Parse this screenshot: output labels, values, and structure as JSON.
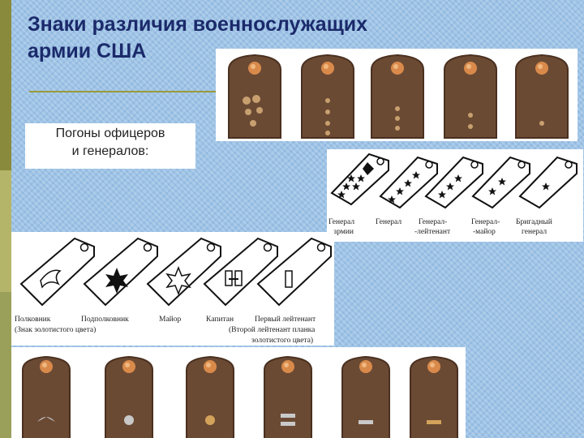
{
  "title_line1": "Знаки различия военнослужащих",
  "title_line2": "армии США",
  "subtitle_line1": "Погоны офицеров",
  "subtitle_line2": "и генералов:",
  "colors": {
    "background": "#9ec3e6",
    "title": "#1b2a6b",
    "strap": "#6b4a34",
    "button": "#d98a4a"
  },
  "generals": [
    {
      "line1": "Генерал",
      "line2": "армии"
    },
    {
      "line1": "Генерал",
      "line2": ""
    },
    {
      "line1": "Генерал-",
      "line2": "-лейтенант"
    },
    {
      "line1": "Генерал-",
      "line2": "-майор"
    },
    {
      "line1": "Бригадный",
      "line2": "генерал"
    }
  ],
  "officers": [
    {
      "line1": "Полковник",
      "line2": "(Знак  золотистого цвета)"
    },
    {
      "line1": "Подполковник",
      "line2": ""
    },
    {
      "line1": "Майор",
      "line2": ""
    },
    {
      "line1": "Капитан",
      "line2": ""
    },
    {
      "line1": "Первый лейтенант",
      "line2": "(Второй лейтенант планка",
      "line3": "золотистого цвета)"
    }
  ]
}
